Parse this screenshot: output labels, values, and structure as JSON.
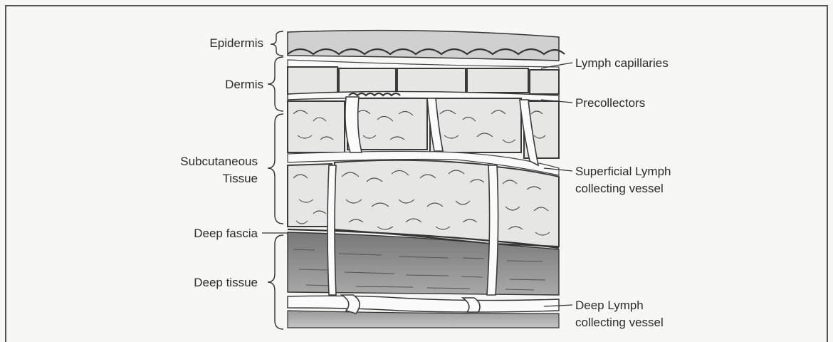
{
  "figure": {
    "left_labels": {
      "epidermis": "Epidermis",
      "dermis": "Dermis",
      "subcutaneous_line1": "Subcutaneous",
      "subcutaneous_line2": "Tissue",
      "deep_fascia": "Deep fascia",
      "deep_tissue": "Deep tissue"
    },
    "right_labels": {
      "lymph_capillaries": "Lymph capillaries",
      "precollectors": "Precollectors",
      "superficial_line1": "Superficial Lymph",
      "superficial_line2": "collecting vessel",
      "deep_line1": "Deep Lymph",
      "deep_line2": "collecting vessel"
    }
  }
}
